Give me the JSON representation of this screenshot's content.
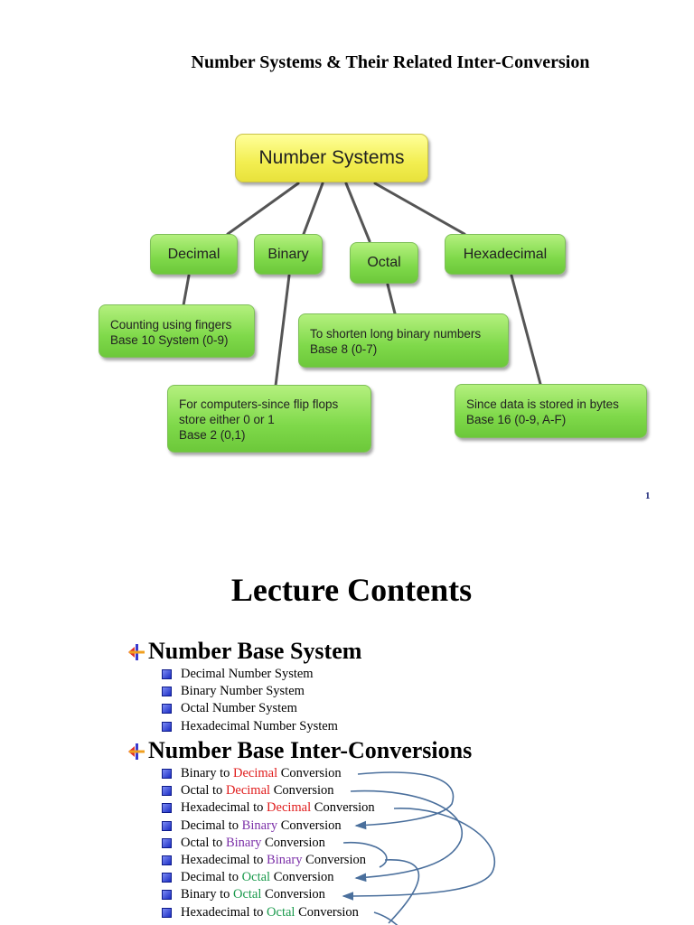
{
  "page1": {
    "title": "Number Systems & Their Related Inter-Conversion",
    "page_number": "1",
    "diagram": {
      "root": "Number Systems",
      "categories": [
        "Decimal",
        "Binary",
        "Octal",
        "Hexadecimal"
      ],
      "decimal_info": [
        "Counting using fingers",
        "Base 10 System (0-9)"
      ],
      "octal_info": [
        "To shorten long binary numbers",
        "Base 8 (0-7)"
      ],
      "binary_info": [
        "For computers-since flip flops",
        "store either 0 or 1",
        "Base 2 (0,1)"
      ],
      "hex_info": [
        "Since data is stored in bytes",
        "Base 16 (0-9, A-F)"
      ]
    }
  },
  "page2": {
    "title": "Lecture Contents",
    "section1": {
      "heading": "Number Base System",
      "items": [
        "Decimal Number System",
        "Binary Number System",
        "Octal Number System",
        "Hexadecimal Number System"
      ]
    },
    "section2": {
      "heading": "Number Base Inter-Conversions",
      "items": [
        {
          "from": "Binary",
          "to_word": "to",
          "target": "Decimal",
          "suffix": "Conversion",
          "target_color": "red"
        },
        {
          "from": "Octal",
          "to_word": "to",
          "target": "Decimal",
          "suffix": "Conversion",
          "target_color": "red"
        },
        {
          "from": "Hexadecimal",
          "to_word": "to",
          "target": "Decimal",
          "suffix": "Conversion",
          "target_color": "red"
        },
        {
          "from": "Decimal",
          "to_word": "to",
          "target": "Binary",
          "suffix": "Conversion",
          "target_color": "purple"
        },
        {
          "from": "Octal",
          "to_word": "to",
          "target": "Binary",
          "suffix": "Conversion",
          "target_color": "purple"
        },
        {
          "from": "Hexadecimal",
          "to_word": "to",
          "target": "Binary",
          "suffix": "Conversion",
          "target_color": "purple"
        },
        {
          "from": "Decimal",
          "to_word": "to",
          "target": "Octal",
          "suffix": "Conversion",
          "target_color": "green"
        },
        {
          "from": "Binary",
          "to_word": "to",
          "target": "Octal",
          "suffix": "Conversion",
          "target_color": "green"
        },
        {
          "from": "Hexadecimal",
          "to_word": "to",
          "target": "Octal",
          "suffix": "Conversion",
          "target_color": "green"
        }
      ]
    }
  },
  "colors": {
    "red": "#e01b1b",
    "purple": "#7b2fa8",
    "green": "#1a9a4c",
    "bullet": "#1a2cc4",
    "arrow": "#4a6f9c"
  }
}
